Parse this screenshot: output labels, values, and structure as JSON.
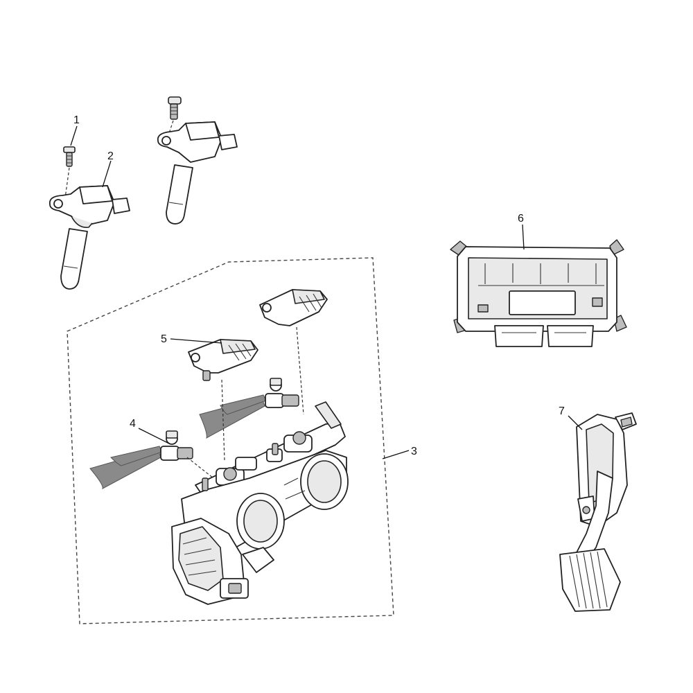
{
  "callouts": [
    {
      "id": "1",
      "label": "1"
    },
    {
      "id": "2",
      "label": "2"
    },
    {
      "id": "3",
      "label": "3"
    },
    {
      "id": "4",
      "label": "4"
    },
    {
      "id": "5",
      "label": "5"
    },
    {
      "id": "6",
      "label": "6"
    },
    {
      "id": "7",
      "label": "7"
    }
  ],
  "parts": [
    {
      "callout": "1",
      "icon": "bolt-icon"
    },
    {
      "callout": "2",
      "icon": "ignition-coil-icon"
    },
    {
      "callout": "3",
      "icon": "throttle-body-assembly-icon"
    },
    {
      "callout": "4",
      "icon": "fuel-injector-icon"
    },
    {
      "callout": "5",
      "icon": "map-sensor-icon"
    },
    {
      "callout": "6",
      "icon": "ecu-module-icon"
    },
    {
      "callout": "7",
      "icon": "accelerator-pedal-icon"
    }
  ],
  "colors": {
    "line": "#222222",
    "fill": "#ffffff",
    "shade": "#bdbdbd",
    "spray": "#8a8a8a"
  }
}
